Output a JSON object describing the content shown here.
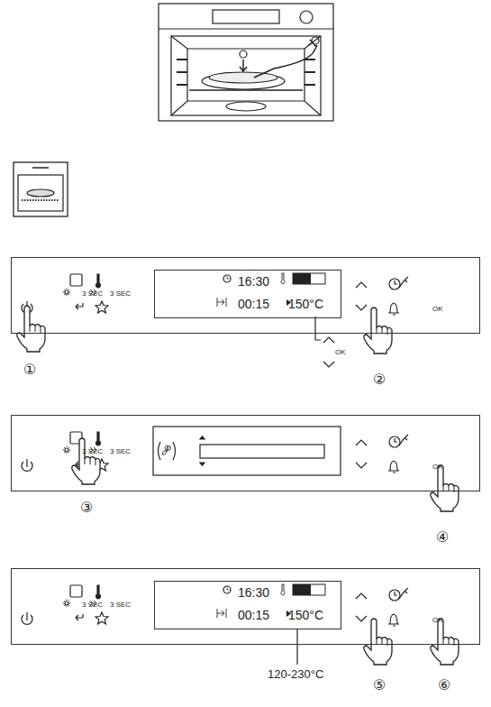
{
  "diagram": {
    "nodes": [
      {
        "text": [
          "3 SEC",
          "3 SEC",
          "OK"
        ]
      },
      {
        "text": [
          "16:30",
          "00:15",
          "150°C"
        ],
        "in": 0
      },
      {
        "text": [
          "3 SEC",
          "3 SEC",
          "OK"
        ]
      },
      {
        "text": [
          "3 SEC",
          "3 SEC",
          "OK"
        ]
      },
      {
        "text": [
          "16:30",
          "00:15",
          "150°C"
        ],
        "in": 3
      }
    ],
    "labels": [
      "OK",
      "①",
      "②",
      "③",
      "④",
      "120-230°C",
      "⑤",
      "⑥"
    ]
  }
}
